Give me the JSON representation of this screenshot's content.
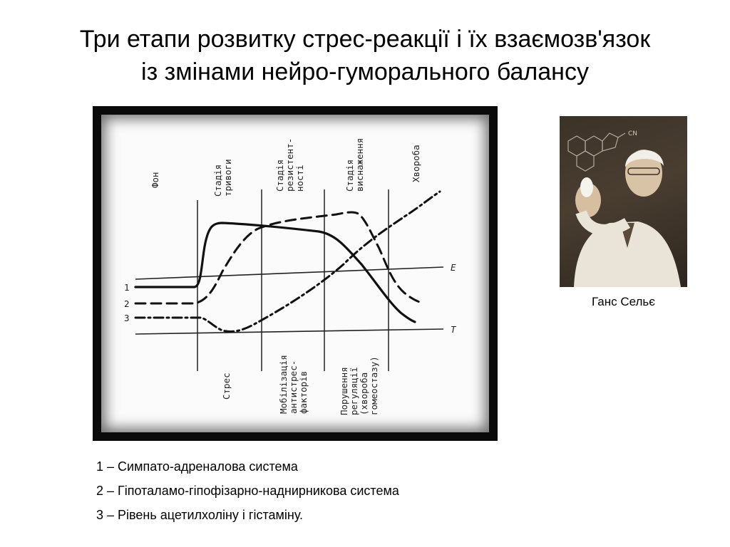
{
  "title": {
    "line1": "Три етапи розвитку стрес-реакції і їх взаємозв'язок",
    "line2": "із змінами нейро-гуморального балансу"
  },
  "figure": {
    "top_labels": {
      "fon": "Фон",
      "alarm_1": "Стадія",
      "alarm_2": "тривоги",
      "resist_1": "Стадія",
      "resist_2": "резистент-",
      "resist_3": "ності",
      "exhaust_1": "Стадія",
      "exhaust_2": "виснаження",
      "disease": "Хвороба"
    },
    "bottom_labels": {
      "stress": "Стрес",
      "mob_1": "Мобілізація",
      "mob_2": "антистрес-",
      "mob_3": "факторів",
      "dis_1": "Порушення",
      "dis_2": "регуляції",
      "dis_3": "(хвороба",
      "dis_4": "гомеостазу)"
    },
    "line_labels": {
      "e": "E",
      "t": "T"
    },
    "curve_numbers": {
      "c1": "1",
      "c2": "2",
      "c3": "3"
    }
  },
  "portrait": {
    "caption": "Ганс Сельє",
    "formula_text": "CN"
  },
  "legend": {
    "item1": "1 – Симпато-адреналова система",
    "item2": "2 – Гіпоталамо-гіпофізарно-наднирникова система",
    "item3": "3 – Рівень ацетилхоліну і гістаміну."
  }
}
